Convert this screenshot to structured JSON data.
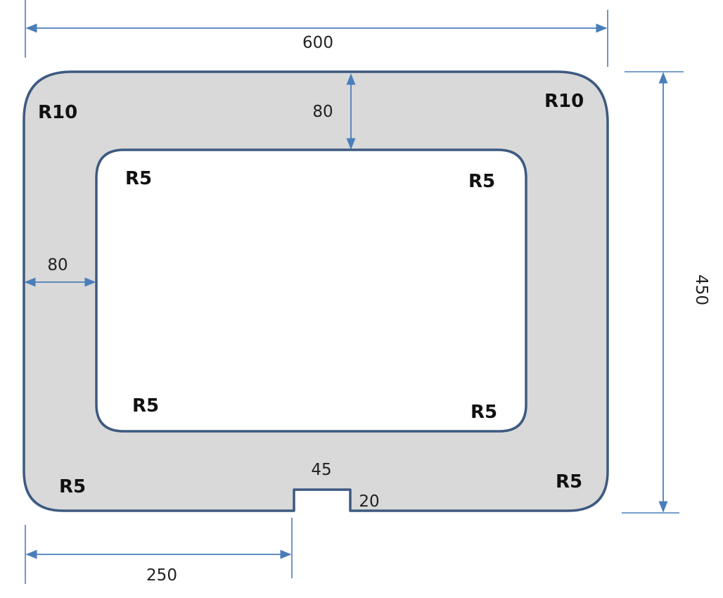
{
  "colors": {
    "frame_fill": "#d9d9d9",
    "frame_stroke": "#3d5a80",
    "dimension_line": "#4a7ebb",
    "inner_fill": "#ffffff"
  },
  "dimensions": {
    "overall_width": "600",
    "overall_height": "450",
    "top_wall": "80",
    "left_wall": "80",
    "notch_width": "45",
    "notch_depth": "20",
    "notch_offset": "250"
  },
  "radii": {
    "outer_top_left": "R10",
    "outer_top_right": "R10",
    "outer_bottom_left": "R5",
    "outer_bottom_right": "R5",
    "inner_top_left": "R5",
    "inner_top_right": "R5",
    "inner_bottom_left": "R5",
    "inner_bottom_right": "R5"
  }
}
